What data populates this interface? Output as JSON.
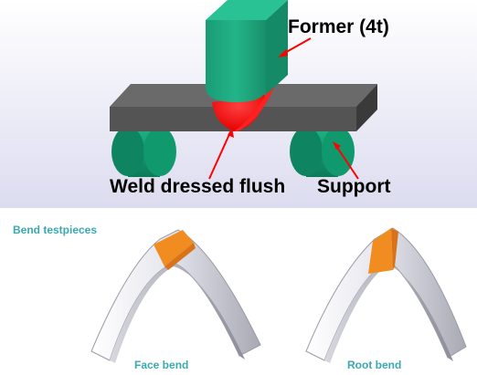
{
  "labels": {
    "former": "Former (4t)",
    "weld": "Weld dressed flush",
    "support": "Support",
    "bend_testpieces": "Bend testpieces",
    "face_bend": "Face bend",
    "root_bend": "Root bend"
  },
  "colors": {
    "former": "#1aa27a",
    "plate": "#4e4e4e",
    "weld": "#ff1a1a",
    "support": "#12926a",
    "arrow": "#ff0000",
    "specimen_weld": "#f08c20",
    "caption_teal": "#3aa9b0",
    "background_top": "#dcdcf0"
  }
}
